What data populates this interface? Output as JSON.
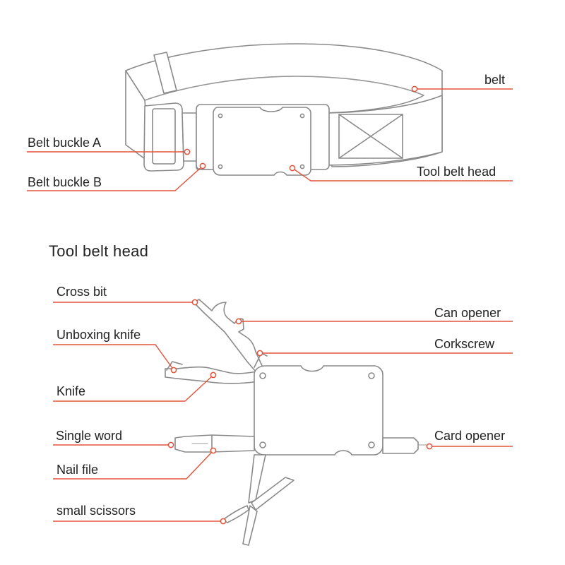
{
  "accent_color": "#e1543a",
  "section_title": "Tool belt head",
  "labels": {
    "belt": "belt",
    "belt_buckle_a": "Belt buckle A",
    "belt_buckle_b": "Belt buckle B",
    "tool_belt_head": "Tool belt head",
    "cross_bit": "Cross bit",
    "can_opener": "Can opener",
    "unboxing_knife": "Unboxing knife",
    "corkscrew": "Corkscrew",
    "knife": "Knife",
    "single_word": "Single word",
    "card_opener": "Card opener",
    "nail_file": "Nail file",
    "small_scissors": "small scissors"
  }
}
